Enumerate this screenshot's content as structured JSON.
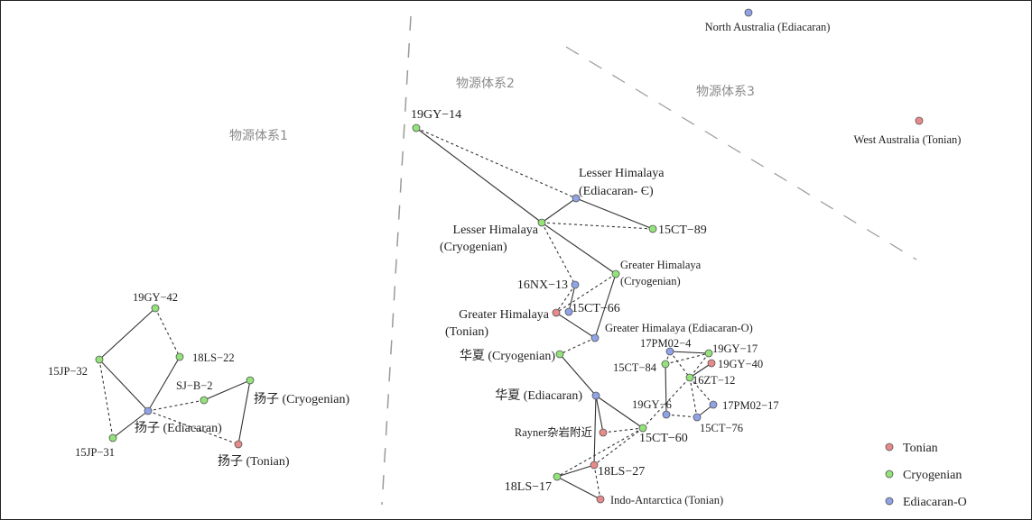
{
  "colors": {
    "Tonian": "#e98a8a",
    "Cryogenian": "#93e27a",
    "Ediacaran-O": "#8fa3e6",
    "edge": "#333333",
    "region_line": "#9a9a9a"
  },
  "regions": [
    "物源体系1",
    "物源体系2",
    "物源体系3"
  ],
  "legend": [
    {
      "period": "Tonian",
      "label": "Tonian"
    },
    {
      "period": "Cryogenian",
      "label": "Cryogenian"
    },
    {
      "period": "Ediacaran-O",
      "label": "Ediacaran-O"
    }
  ],
  "nodes": [
    {
      "label": [
        "19GY−14"
      ],
      "period": "Cryogenian"
    },
    {
      "label": [
        "Lesser Himalaya",
        "(Ediacaran- Є)"
      ],
      "period": "Ediacaran-O"
    },
    {
      "label": [
        "Lesser Himalaya",
        "(Cryogenian)"
      ],
      "period": "Cryogenian"
    },
    {
      "label": [
        "15CT−89"
      ],
      "period": "Cryogenian"
    },
    {
      "label": [
        "Greater Himalaya",
        "(Cryogenian)"
      ],
      "period": "Cryogenian"
    },
    {
      "label": [
        "16NX−13"
      ],
      "period": "Ediacaran-O"
    },
    {
      "label": [
        "Greater Himalaya",
        "(Tonian)"
      ],
      "period": "Tonian"
    },
    {
      "label": [
        "15CT−66"
      ],
      "period": "Ediacaran-O"
    },
    {
      "label": [
        "Greater Himalaya (Ediacaran-O)"
      ],
      "period": "Ediacaran-O"
    },
    {
      "label": [
        "华夏 (Cryogenian)"
      ],
      "period": "Cryogenian"
    },
    {
      "label": [
        "华夏 (Ediacaran)"
      ],
      "period": "Ediacaran-O"
    },
    {
      "label": [
        "Rayner杂岩附近"
      ],
      "period": "Tonian"
    },
    {
      "label": [
        "15CT−60"
      ],
      "period": "Cryogenian"
    },
    {
      "label": [
        "18LS−27"
      ],
      "period": "Tonian"
    },
    {
      "label": [
        "18LS−17"
      ],
      "period": "Cryogenian"
    },
    {
      "label": [
        "Indo-Antarctica (Tonian)"
      ],
      "period": "Tonian"
    },
    {
      "label": [
        "17PM02−4"
      ],
      "period": "Ediacaran-O"
    },
    {
      "label": [
        "19GY−17"
      ],
      "period": "Cryogenian"
    },
    {
      "label": [
        "19GY−40"
      ],
      "period": "Tonian"
    },
    {
      "label": [
        "15CT−84"
      ],
      "period": "Cryogenian"
    },
    {
      "label": [
        "16ZT−12"
      ],
      "period": "Cryogenian"
    },
    {
      "label": [
        "17PM02−17"
      ],
      "period": "Ediacaran-O"
    },
    {
      "label": [
        "19GY−6"
      ],
      "period": "Ediacaran-O"
    },
    {
      "label": [
        "15CT−76"
      ],
      "period": "Ediacaran-O"
    },
    {
      "label": [
        "North Australia (Ediacaran)"
      ],
      "period": "Ediacaran-O"
    },
    {
      "label": [
        "West Australia (Tonian)"
      ],
      "period": "Tonian"
    },
    {
      "label": [
        "19GY−42"
      ],
      "period": "Cryogenian"
    },
    {
      "label": [
        "15JP−32"
      ],
      "period": "Cryogenian"
    },
    {
      "label": [
        "18LS−22"
      ],
      "period": "Cryogenian"
    },
    {
      "label": [
        "SJ−B−2"
      ],
      "period": "Cryogenian"
    },
    {
      "label": [
        "扬子 (Cryogenian)"
      ],
      "period": "Cryogenian"
    },
    {
      "label": [
        "扬子 (Ediacaran)"
      ],
      "period": "Ediacaran-O"
    },
    {
      "label": [
        "15JP−31"
      ],
      "period": "Cryogenian"
    },
    {
      "label": [
        "扬子 (Tonian)"
      ],
      "period": "Tonian"
    }
  ],
  "edges": [
    [
      0,
      2,
      "solid"
    ],
    [
      0,
      1,
      "dashed"
    ],
    [
      2,
      1,
      "solid"
    ],
    [
      1,
      3,
      "solid"
    ],
    [
      2,
      3,
      "dashed"
    ],
    [
      2,
      4,
      "solid"
    ],
    [
      2,
      5,
      "dashed"
    ],
    [
      4,
      8,
      "solid"
    ],
    [
      4,
      6,
      "dashed"
    ],
    [
      5,
      7,
      "solid"
    ],
    [
      5,
      6,
      "dashed"
    ],
    [
      6,
      8,
      "solid"
    ],
    [
      8,
      9,
      "dashed"
    ],
    [
      9,
      10,
      "solid"
    ],
    [
      10,
      13,
      "solid"
    ],
    [
      10,
      11,
      "solid"
    ],
    [
      10,
      12,
      "solid"
    ],
    [
      11,
      12,
      "dashed"
    ],
    [
      12,
      14,
      "dashed"
    ],
    [
      12,
      13,
      "dashed"
    ],
    [
      14,
      13,
      "solid"
    ],
    [
      14,
      15,
      "solid"
    ],
    [
      13,
      15,
      "dashed"
    ],
    [
      12,
      20,
      "dashed"
    ],
    [
      16,
      17,
      "solid"
    ],
    [
      19,
      22,
      "solid"
    ],
    [
      18,
      20,
      "solid"
    ],
    [
      21,
      23,
      "solid"
    ],
    [
      22,
      23,
      "dashed"
    ],
    [
      19,
      17,
      "dashed"
    ],
    [
      16,
      20,
      "dashed"
    ],
    [
      17,
      20,
      "dashed"
    ],
    [
      20,
      23,
      "dashed"
    ],
    [
      20,
      21,
      "dashed"
    ],
    [
      16,
      19,
      "dashed"
    ],
    [
      26,
      27,
      "solid"
    ],
    [
      26,
      28,
      "dashed"
    ],
    [
      27,
      31,
      "solid"
    ],
    [
      27,
      32,
      "dashed"
    ],
    [
      28,
      31,
      "solid"
    ],
    [
      31,
      32,
      "solid"
    ],
    [
      31,
      29,
      "dashed"
    ],
    [
      29,
      30,
      "solid"
    ],
    [
      30,
      33,
      "solid"
    ],
    [
      31,
      33,
      "dashed"
    ]
  ]
}
